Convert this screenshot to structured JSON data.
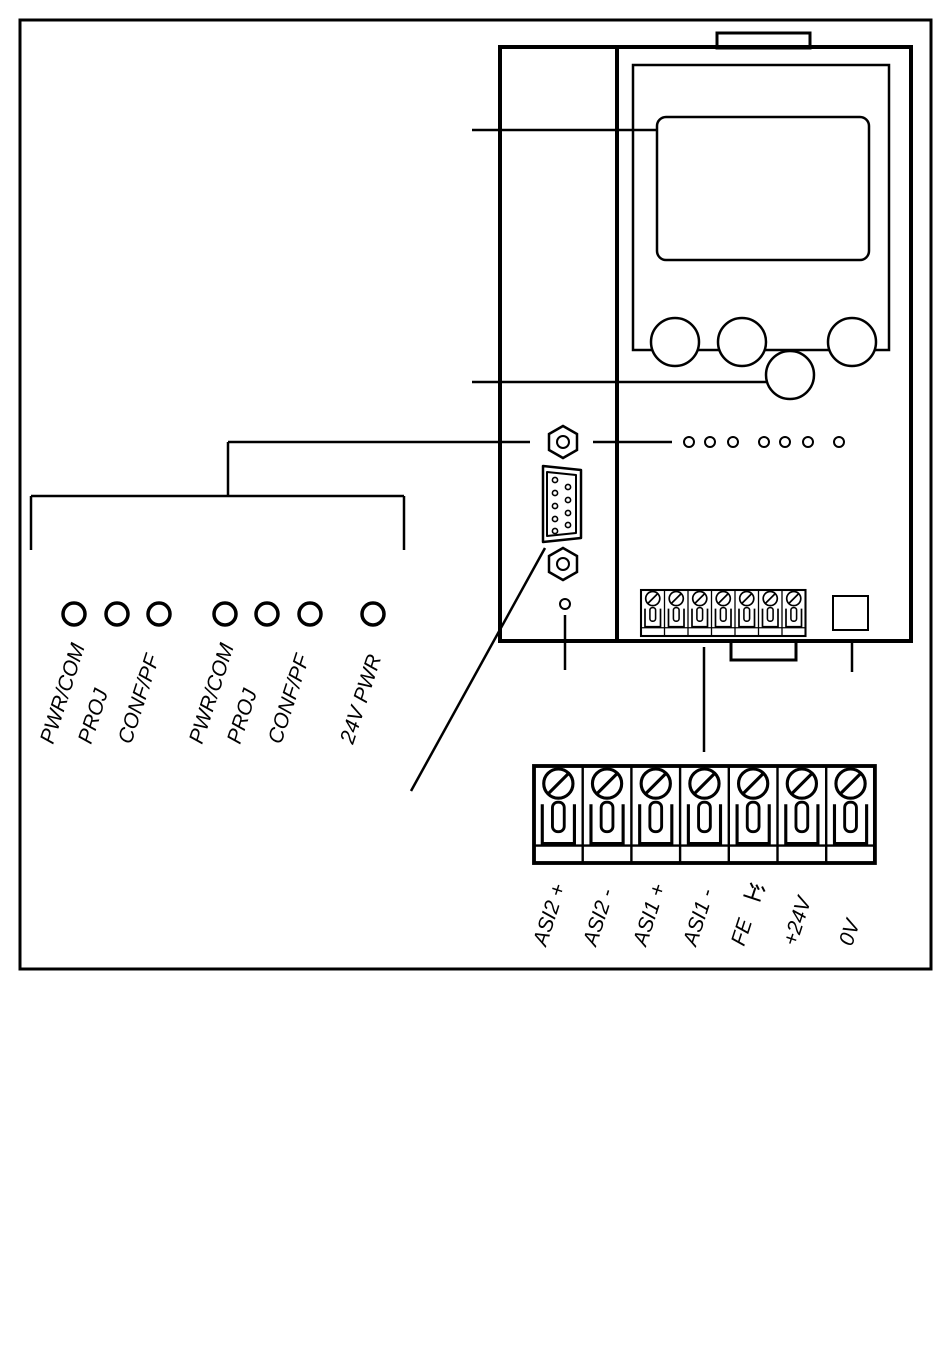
{
  "colors": {
    "stroke": "#000000",
    "background": "#ffffff"
  },
  "led_labels": [
    {
      "text": "PWR/COM"
    },
    {
      "text": "PROJ"
    },
    {
      "text": "CONF/PF"
    },
    {
      "text": "PWR/COM"
    },
    {
      "text": "PROJ"
    },
    {
      "text": "CONF/PF"
    },
    {
      "text": "24V  PWR"
    }
  ],
  "terminal_labels": [
    {
      "text": "ASI2 +"
    },
    {
      "text": "ASI2 -"
    },
    {
      "text": "ASI1 +"
    },
    {
      "text": "ASI1 -"
    },
    {
      "text": "FE"
    },
    {
      "text": "+24V"
    },
    {
      "text": "0V"
    }
  ],
  "icons": [
    "ground-icon",
    "screw-icon",
    "led-icon",
    "sub-d-connector-icon",
    "button-icon",
    "display-icon"
  ]
}
